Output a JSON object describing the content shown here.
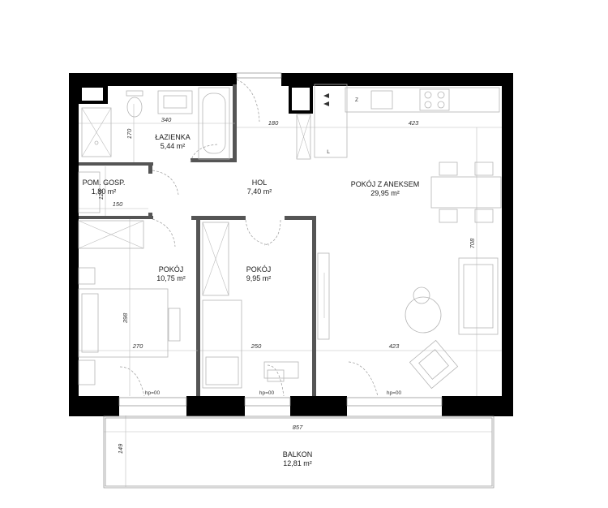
{
  "rooms": {
    "lazienka": {
      "name": "ŁAZIENKA",
      "area": "5,44 m²"
    },
    "pom_gosp": {
      "name": "POM. GOSP.",
      "area": "1,80 m²"
    },
    "hol": {
      "name": "HOL",
      "area": "7,40 m²"
    },
    "pokoj_aneks": {
      "name": "POKÓJ Z ANEKSEM",
      "area": "29,95 m²"
    },
    "pokoj1": {
      "name": "POKÓJ",
      "area": "10,75 m²"
    },
    "pokoj2": {
      "name": "POKÓJ",
      "area": "9,95 m²"
    },
    "balkon": {
      "name": "BALKON",
      "area": "12,81 m²"
    }
  },
  "dimensions": {
    "d340": "340",
    "d180": "180",
    "d423_top": "423",
    "d170": "170",
    "d120": "120",
    "d150": "150",
    "d708": "708",
    "d398": "398",
    "d270": "270",
    "d250": "250",
    "d423_bottom": "423",
    "d857": "857",
    "d149": "149"
  },
  "window_marks": {
    "w1": "hp=00",
    "w2": "hp=00",
    "w3": "hp=00"
  },
  "symbols": {
    "z_mark": "Z",
    "l_mark": "L"
  }
}
